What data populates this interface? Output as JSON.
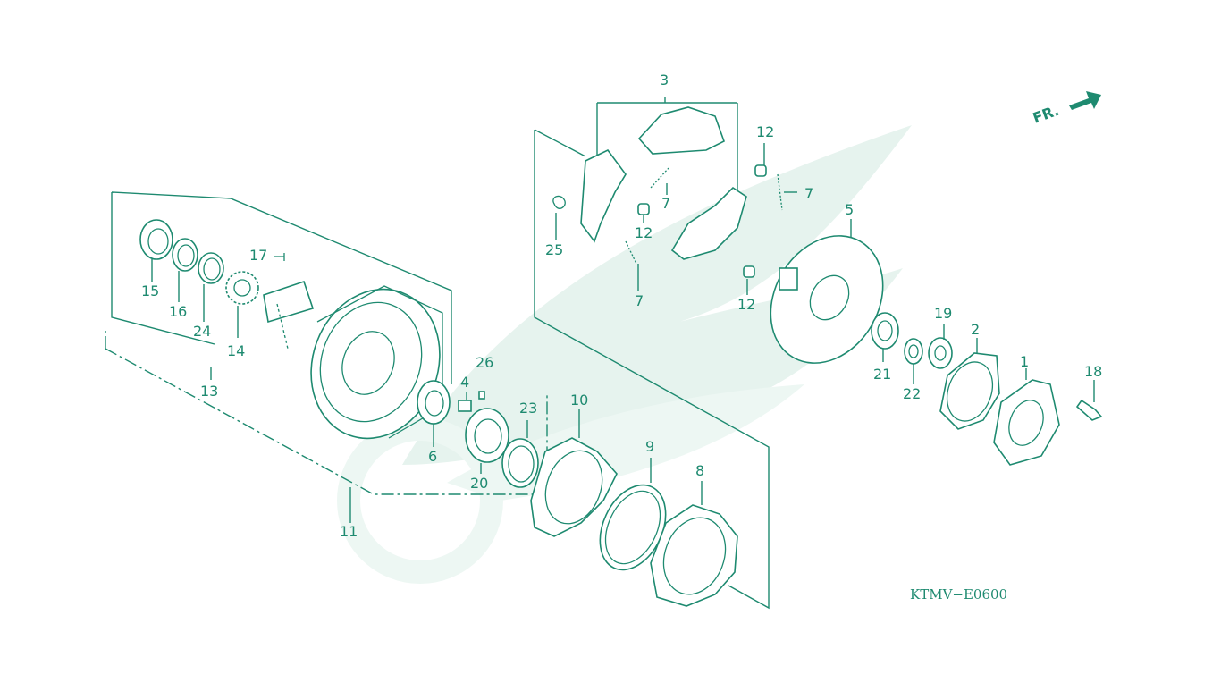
{
  "diagram": {
    "code": "KTMV−E0600",
    "direction_label": "FR.",
    "accent": "#1e8a70",
    "watermark_color": "#e6f3ee",
    "callouts": [
      {
        "id": "1",
        "text": "1"
      },
      {
        "id": "2",
        "text": "2"
      },
      {
        "id": "3",
        "text": "3"
      },
      {
        "id": "4",
        "text": "4"
      },
      {
        "id": "5",
        "text": "5"
      },
      {
        "id": "6",
        "text": "6"
      },
      {
        "id": "7a",
        "text": "7"
      },
      {
        "id": "7b",
        "text": "7"
      },
      {
        "id": "7c",
        "text": "7"
      },
      {
        "id": "8",
        "text": "8"
      },
      {
        "id": "9",
        "text": "9"
      },
      {
        "id": "10",
        "text": "10"
      },
      {
        "id": "11",
        "text": "11"
      },
      {
        "id": "12a",
        "text": "12"
      },
      {
        "id": "12b",
        "text": "12"
      },
      {
        "id": "12c",
        "text": "12"
      },
      {
        "id": "13",
        "text": "13"
      },
      {
        "id": "14",
        "text": "14"
      },
      {
        "id": "15",
        "text": "15"
      },
      {
        "id": "16",
        "text": "16"
      },
      {
        "id": "17",
        "text": "17"
      },
      {
        "id": "18",
        "text": "18"
      },
      {
        "id": "19",
        "text": "19"
      },
      {
        "id": "20",
        "text": "20"
      },
      {
        "id": "21",
        "text": "21"
      },
      {
        "id": "22",
        "text": "22"
      },
      {
        "id": "23",
        "text": "23"
      },
      {
        "id": "24",
        "text": "24"
      },
      {
        "id": "25",
        "text": "25"
      },
      {
        "id": "26",
        "text": "26"
      }
    ]
  }
}
